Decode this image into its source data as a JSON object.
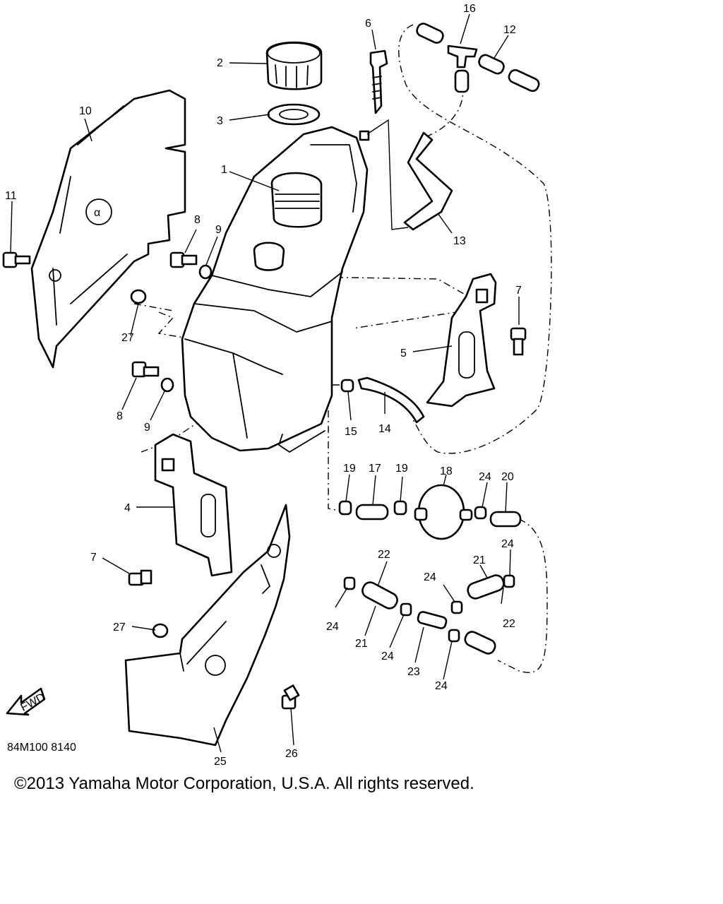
{
  "diagram": {
    "ref_code": "84M100 8140",
    "fwd_label": "FWD",
    "callouts": [
      "1",
      "2",
      "3",
      "4",
      "5",
      "6",
      "7",
      "8",
      "9",
      "10",
      "11",
      "12",
      "13",
      "14",
      "15",
      "16",
      "17",
      "18",
      "19",
      "20",
      "21",
      "22",
      "23",
      "24",
      "25",
      "26",
      "27"
    ]
  },
  "footer": {
    "copyright": "©2013 Yamaha Motor Corporation, U.S.A. All rights reserved."
  }
}
